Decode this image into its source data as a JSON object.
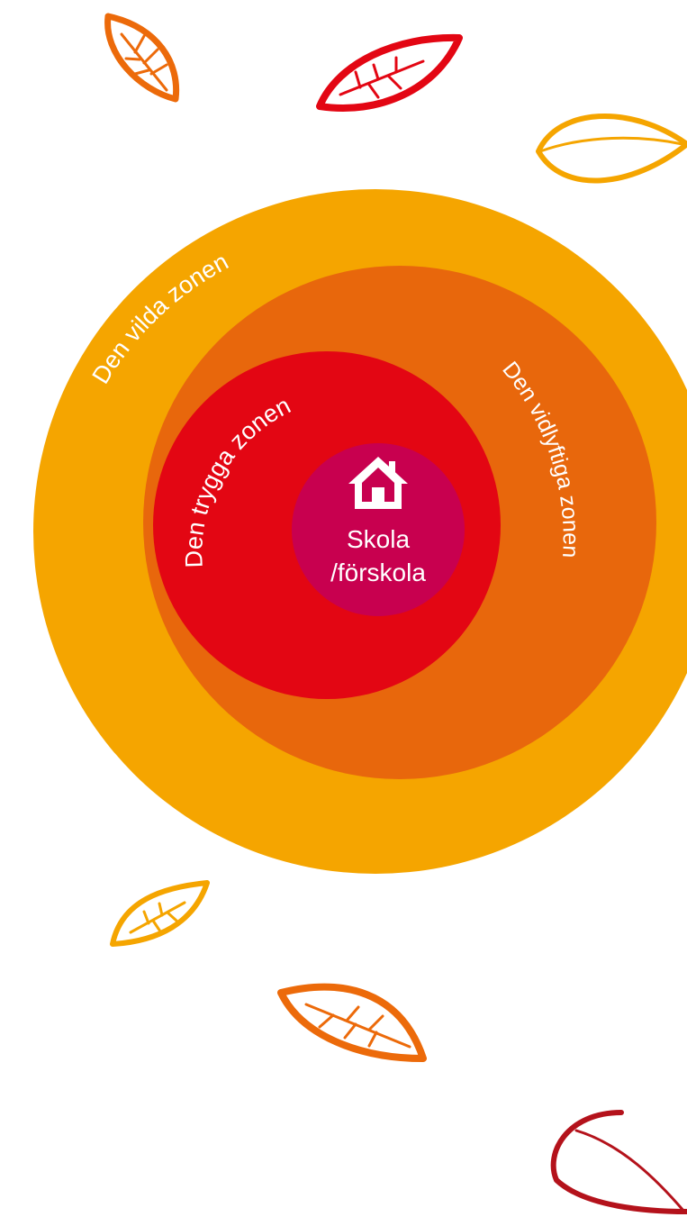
{
  "zones": {
    "outer": {
      "label": "Den vilda zonen",
      "color": "#f5a500"
    },
    "middle": {
      "label": "Den vidlyftiga zonen",
      "color": "#e8670c"
    },
    "inner": {
      "label": "Den trygga zonen",
      "color": "#e30613"
    },
    "center": {
      "line1": "Skola",
      "line2": "/förskola",
      "color": "#c8004f",
      "icon": "house-icon"
    }
  },
  "leaf_colors": {
    "orange": "#ec6a0a",
    "red": "#e30613",
    "yellow": "#f5a500",
    "dark_red": "#b4121b"
  }
}
